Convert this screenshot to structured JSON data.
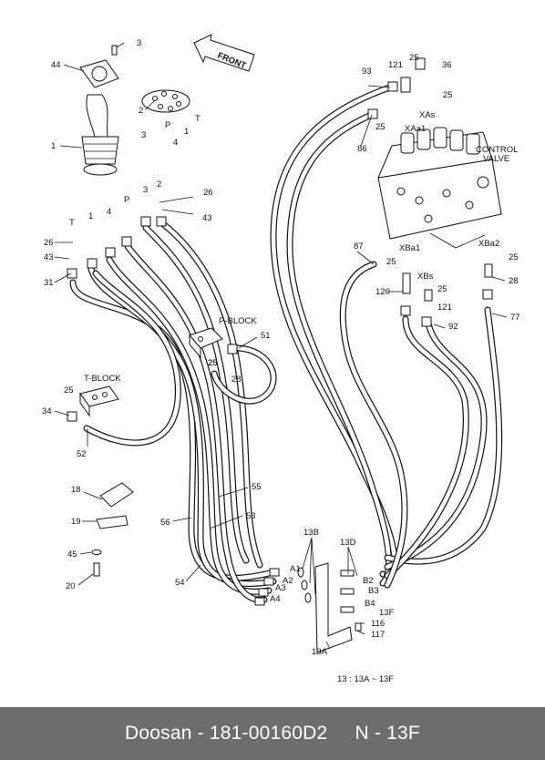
{
  "footer": {
    "brand": "Doosan",
    "part_number": "181-00160D2",
    "page": "N - 13F"
  },
  "diagram": {
    "front_label": "FRONT",
    "control_valve_label": [
      "CONTROL",
      "VALVE"
    ],
    "p_block_label": "P-BLOCK",
    "t_block_label": "T-BLOCK",
    "note": "13 : 13A ~ 13F",
    "port_codes": [
      "XAa1",
      "XAs",
      "XBa1",
      "XBa2",
      "XBs",
      "A1",
      "A2",
      "A3",
      "A4",
      "B2",
      "B3",
      "B4"
    ],
    "callouts": [
      "3",
      "44",
      "1",
      "2",
      "3",
      "P",
      "4",
      "T",
      "1",
      "26",
      "2",
      "3",
      "P",
      "4",
      "1",
      "T",
      "26",
      "43",
      "43",
      "31",
      "25",
      "P-BLOCK",
      "51",
      "25",
      "28",
      "T-BLOCK",
      "25",
      "34",
      "52",
      "55",
      "53",
      "56",
      "54",
      "18",
      "19",
      "45",
      "20",
      "13B",
      "13D",
      "13F",
      "116",
      "117",
      "13A",
      "93",
      "121",
      "25",
      "36",
      "25",
      "25",
      "86",
      "87",
      "25",
      "120",
      "25",
      "121",
      "92",
      "77",
      "25",
      "28"
    ]
  },
  "colors": {
    "footer_bg": "#6d6d6d",
    "footer_text": "#ffffff",
    "line": "#111111"
  }
}
